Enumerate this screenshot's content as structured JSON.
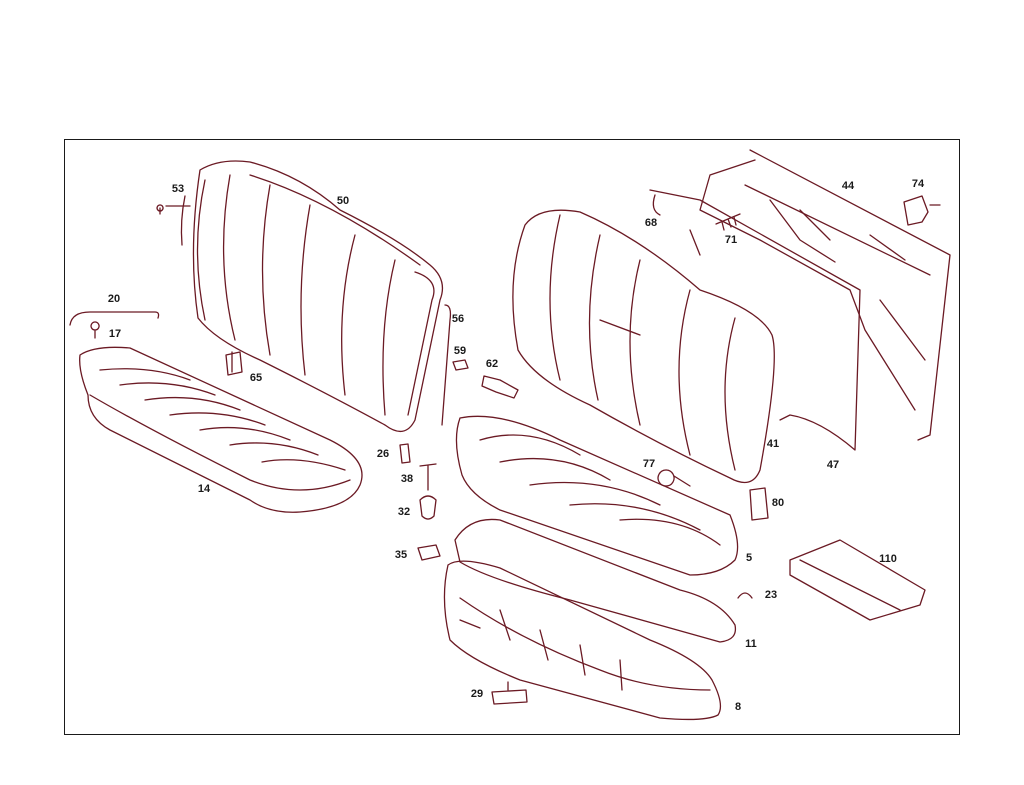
{
  "colors": {
    "line": "#6b1a24",
    "label": "#1a1a1a",
    "frame": "#1a1a1a",
    "background": "#ffffff"
  },
  "callouts": [
    {
      "id": "53",
      "text": "53"
    },
    {
      "id": "50",
      "text": "50"
    },
    {
      "id": "20",
      "text": "20"
    },
    {
      "id": "17",
      "text": "17"
    },
    {
      "id": "56",
      "text": "56"
    },
    {
      "id": "59",
      "text": "59"
    },
    {
      "id": "62",
      "text": "62"
    },
    {
      "id": "65",
      "text": "65"
    },
    {
      "id": "14",
      "text": "14"
    },
    {
      "id": "26",
      "text": "26"
    },
    {
      "id": "38",
      "text": "38"
    },
    {
      "id": "32",
      "text": "32"
    },
    {
      "id": "35",
      "text": "35"
    },
    {
      "id": "29",
      "text": "29"
    },
    {
      "id": "68",
      "text": "68"
    },
    {
      "id": "71",
      "text": "71"
    },
    {
      "id": "44",
      "text": "44"
    },
    {
      "id": "74",
      "text": "74"
    },
    {
      "id": "41",
      "text": "41"
    },
    {
      "id": "47",
      "text": "47"
    },
    {
      "id": "77",
      "text": "77"
    },
    {
      "id": "80",
      "text": "80"
    },
    {
      "id": "5",
      "text": "5"
    },
    {
      "id": "110",
      "text": "110"
    },
    {
      "id": "23",
      "text": "23"
    },
    {
      "id": "11",
      "text": "11"
    },
    {
      "id": "8",
      "text": "8"
    }
  ]
}
